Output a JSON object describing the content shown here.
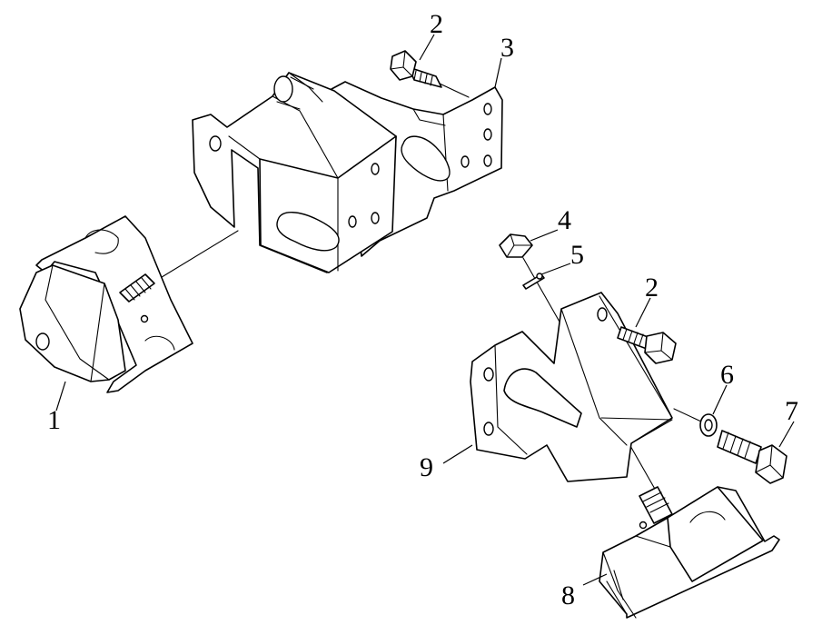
{
  "callouts": [
    {
      "id": "1",
      "label": "1"
    },
    {
      "id": "2a",
      "label": "2"
    },
    {
      "id": "3",
      "label": "3"
    },
    {
      "id": "4",
      "label": "4"
    },
    {
      "id": "5",
      "label": "5"
    },
    {
      "id": "2b",
      "label": "2"
    },
    {
      "id": "6",
      "label": "6"
    },
    {
      "id": "7",
      "label": "7"
    },
    {
      "id": "9",
      "label": "9"
    },
    {
      "id": "8",
      "label": "8"
    }
  ]
}
